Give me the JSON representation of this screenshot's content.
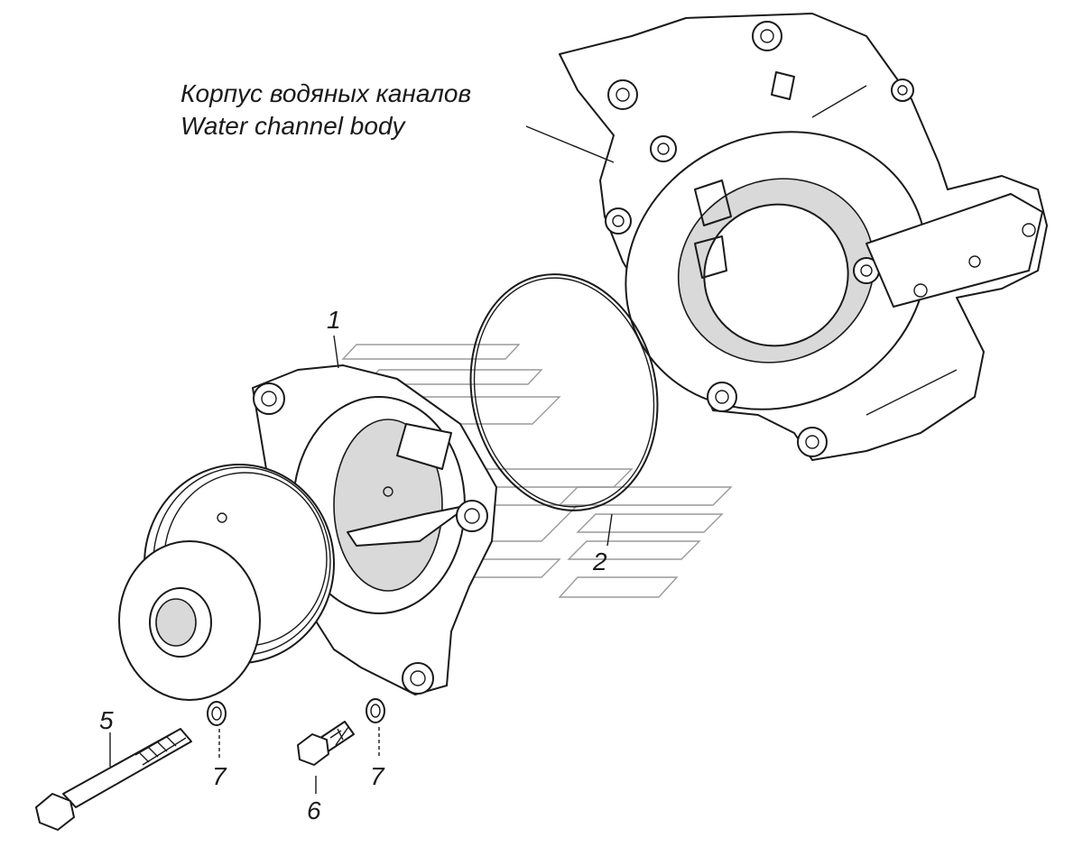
{
  "callout": {
    "title_ru": "Корпус водяных каналов",
    "title_en": "Water channel body"
  },
  "labels": {
    "pump": "1",
    "ring": "2",
    "long_bolt": "5",
    "short_bolt": "6",
    "washer_left": "7",
    "washer_right": "7"
  },
  "colors": {
    "ink": "#1a1a1a",
    "watermark": "#9a9a9a",
    "background": "#ffffff"
  }
}
